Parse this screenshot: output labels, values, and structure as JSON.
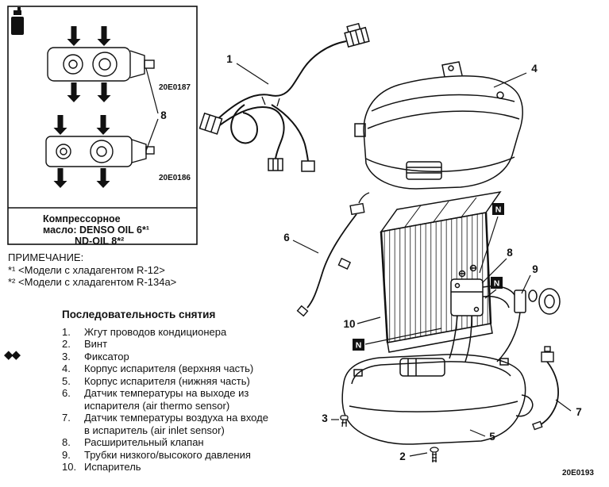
{
  "colors": {
    "ink": "#111111",
    "background": "#ffffff"
  },
  "icons": {
    "double_diamond": "◆◆",
    "spray_can": "spray-can-symbol"
  },
  "inset": {
    "codes": {
      "top": "20E0187",
      "bottom": "20E0186"
    },
    "callout": "8",
    "caption": [
      "Компрессорное",
      "масло: DENSO OIL 6*¹",
      "ND-OIL 8*²"
    ]
  },
  "note": {
    "title": "ПРИМЕЧАНИЕ:",
    "lines": [
      "*¹ <Модели с хладагентом R-12>",
      "*² <Модели с хладагентом R-134a>"
    ]
  },
  "sequence": {
    "title": "Последовательность снятия",
    "items": [
      {
        "num": "1.",
        "text": "Жгут проводов кондиционера"
      },
      {
        "num": "2.",
        "text": "Винт"
      },
      {
        "num": "3.",
        "text": "Фиксатор"
      },
      {
        "num": "4.",
        "text": "Корпус испарителя (верхняя часть)"
      },
      {
        "num": "5.",
        "text": "Корпус испарителя (нижняя часть)"
      },
      {
        "num": "6.",
        "text": "Датчик температуры на выходе из испарителя (air thermo sensor)"
      },
      {
        "num": "7.",
        "text": "Датчик температуры воздуха на входе в испаритель (air inlet sensor)"
      },
      {
        "num": "8.",
        "text": "Расширительный клапан"
      },
      {
        "num": "9.",
        "text": "Трубки низкого/высокого давления"
      },
      {
        "num": "10.",
        "text": "Испаритель"
      }
    ]
  },
  "diagram": {
    "code": "20E0193",
    "n_marker": "N",
    "callouts": {
      "harness": "1",
      "screw": "2",
      "clip": "3",
      "upper_case": "4",
      "lower_case": "5",
      "thermo_sensor": "6",
      "inlet_sensor": "7",
      "expansion_valve": "8",
      "pipes": "9",
      "evaporator": "10"
    }
  }
}
